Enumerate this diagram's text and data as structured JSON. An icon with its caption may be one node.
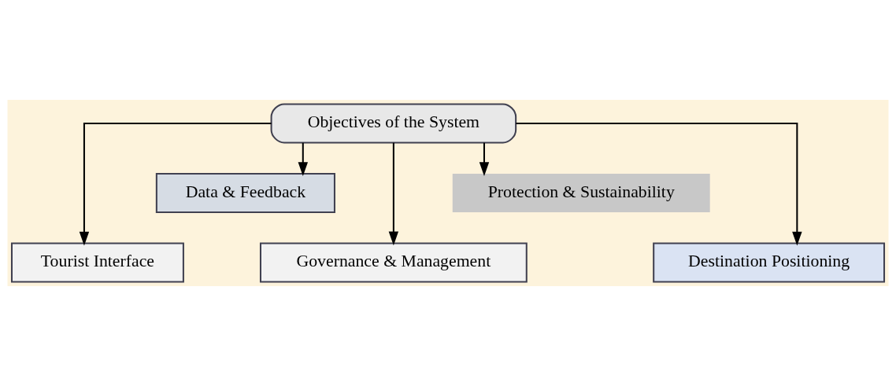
{
  "diagram": {
    "nodes": [
      {
        "text": [
          "Objectives of the System"
        ]
      },
      {
        "text": [
          "Data & Feedback"
        ]
      },
      {
        "text": [
          "Protection & Sustainability"
        ]
      },
      {
        "text": [
          "Tourist Interface"
        ]
      },
      {
        "text": [
          "Governance & Management"
        ]
      },
      {
        "text": [
          "Destination Positioning"
        ]
      }
    ],
    "edges": [
      {
        "from": 0,
        "to": 3,
        "arrow": "to"
      },
      {
        "from": 0,
        "to": 1,
        "arrow": "to"
      },
      {
        "from": 0,
        "to": 4,
        "arrow": "to"
      },
      {
        "from": 0,
        "to": 2,
        "arrow": "to"
      },
      {
        "from": 0,
        "to": 5,
        "arrow": "to"
      }
    ]
  }
}
